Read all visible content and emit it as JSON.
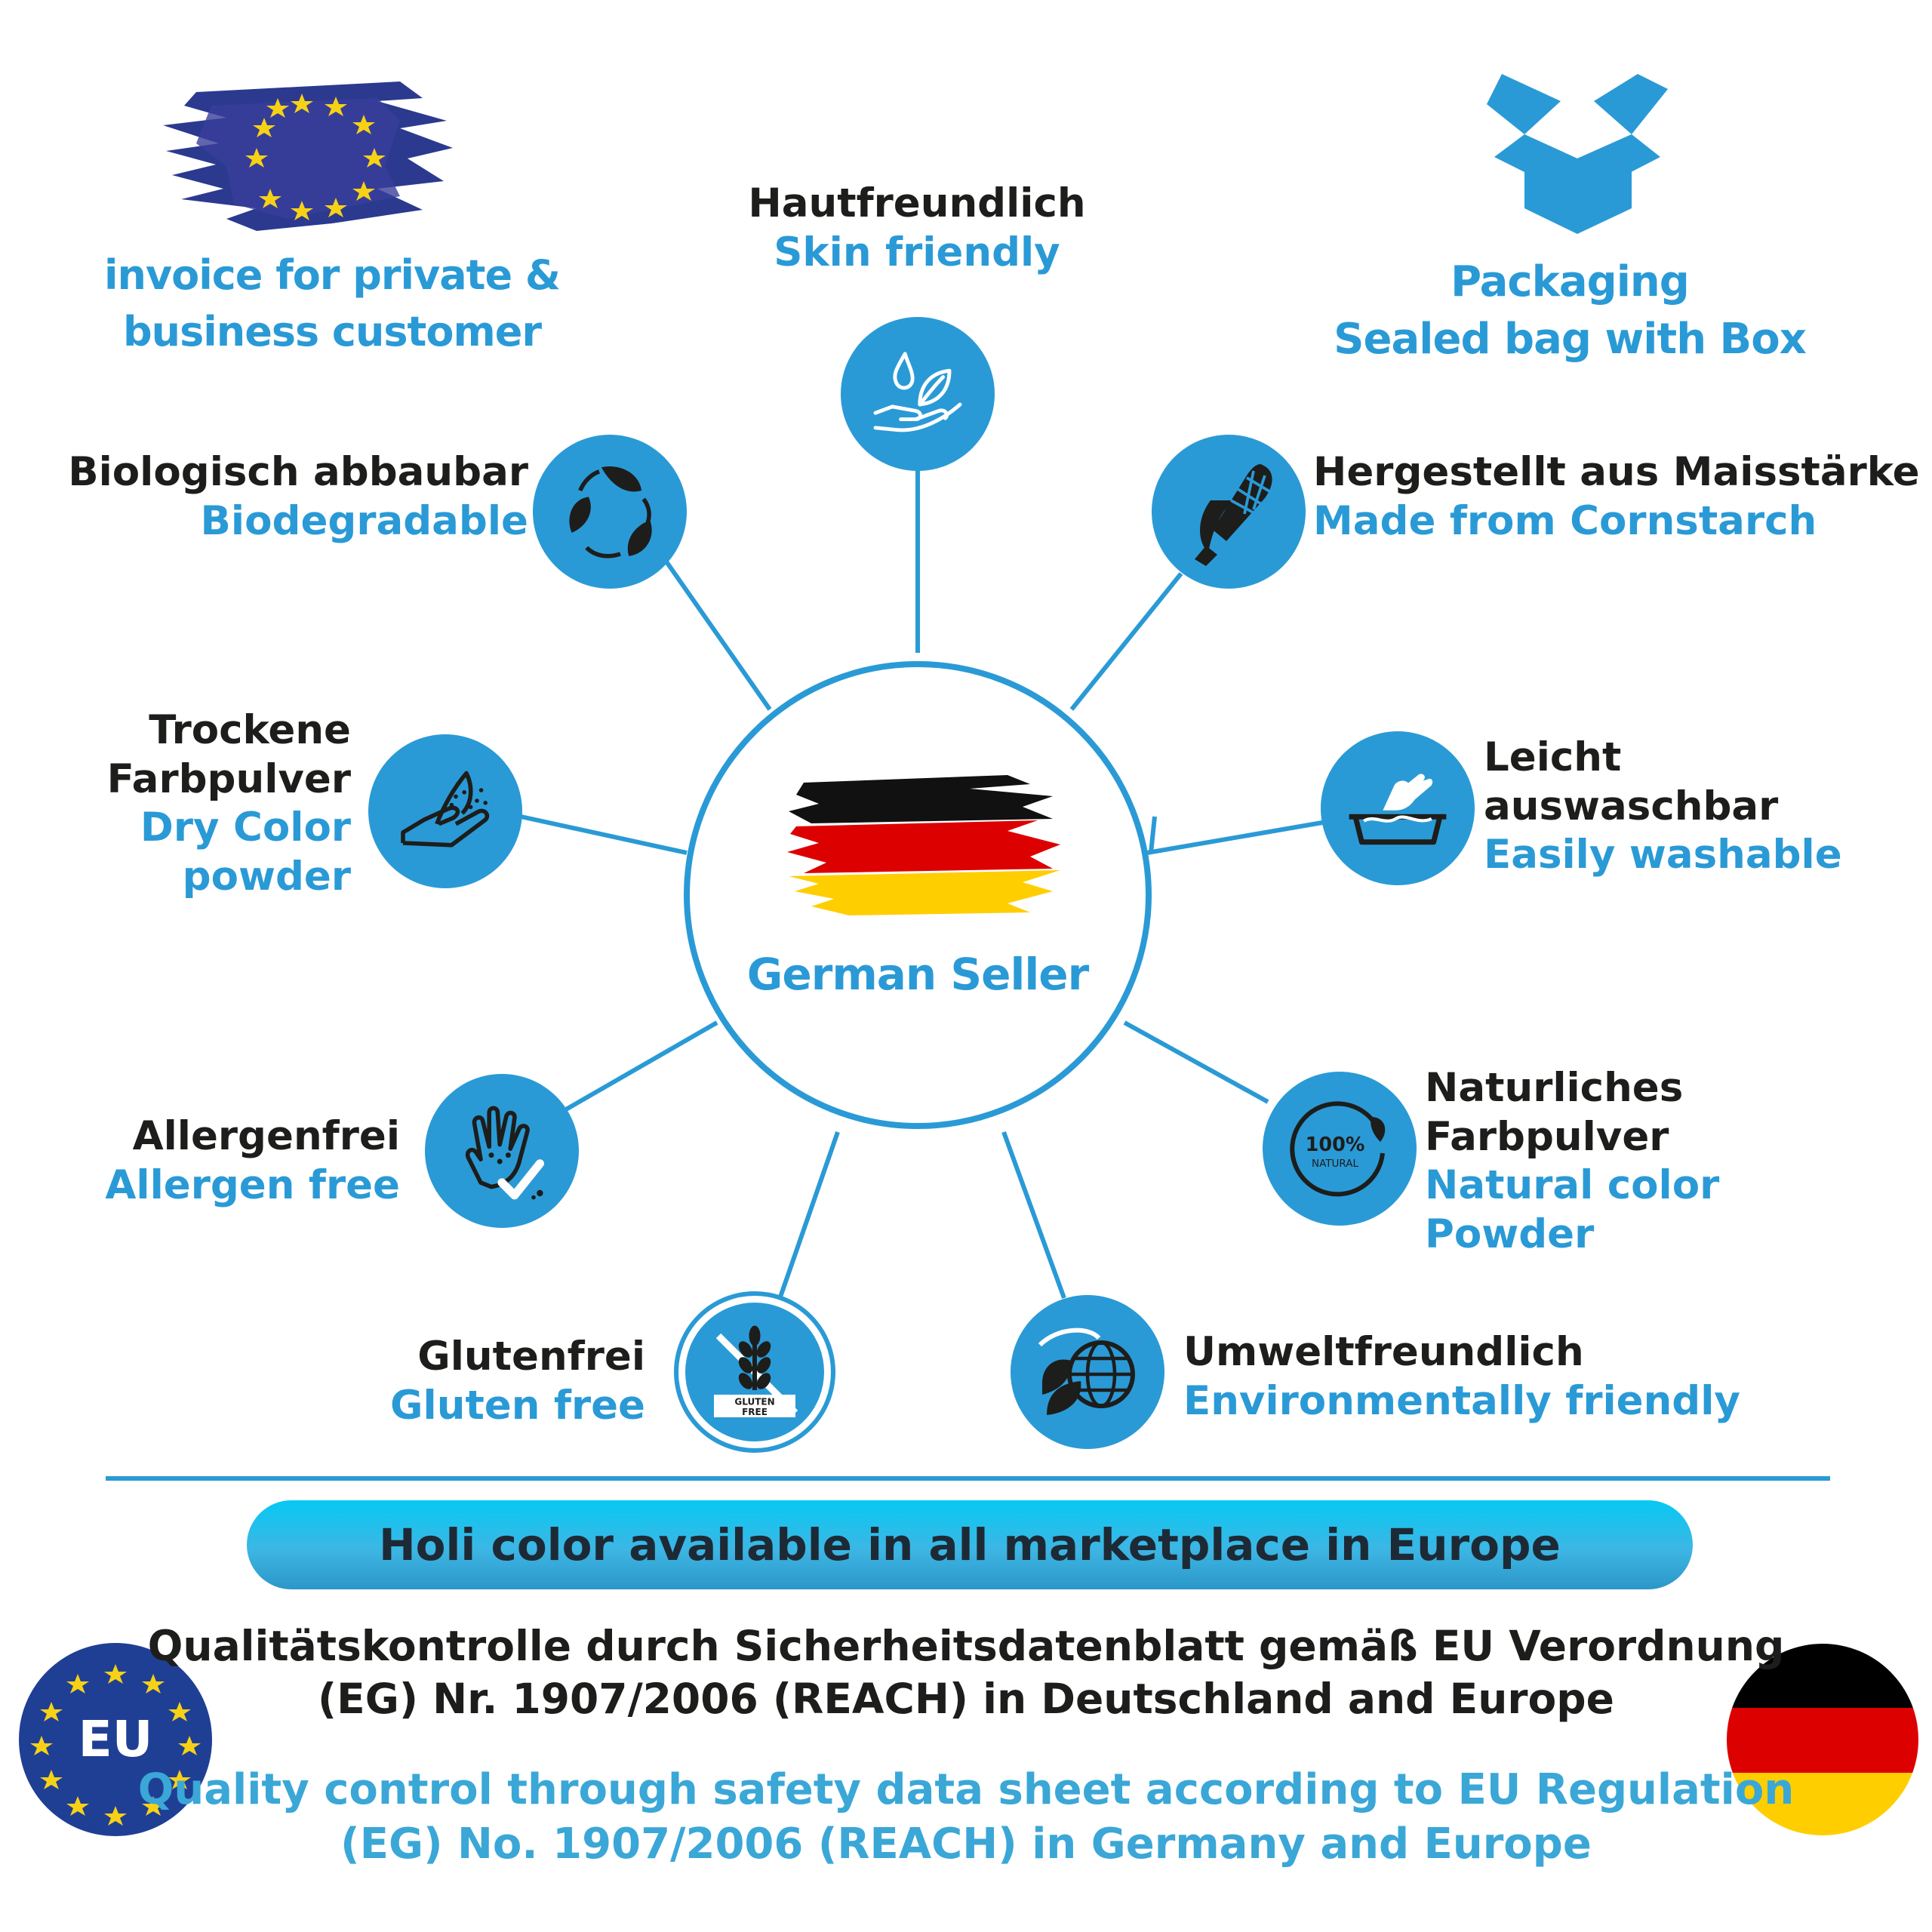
{
  "colors": {
    "accent_blue": "#2a9ad6",
    "icon_circle": "#2a9ad6",
    "dark_text": "#1d1d1b",
    "banner_gradient_top": "#06c9f3",
    "banner_gradient_bottom": "#2c97c8",
    "eu_blue": "#1f3f95",
    "eu_star": "#f7d116",
    "de_black": "#000000",
    "de_red": "#dd0000",
    "de_gold": "#ffce00"
  },
  "top_left": {
    "line1": "invoice for private &",
    "line2": "business customer",
    "icon": "eu-flag-brush-icon"
  },
  "top_right": {
    "line1": "Packaging",
    "line2": "Sealed bag with Box",
    "icon": "open-box-icon"
  },
  "center": {
    "label": "German Seller",
    "icon": "german-flag-brush-icon"
  },
  "features": {
    "skin": {
      "de": "Hautfreundlich",
      "en": "Skin friendly",
      "icon": "hand-drop-leaf-icon"
    },
    "bio": {
      "de": "Biologisch abbaubar",
      "en": "Biodegradable",
      "icon": "recycle-leaves-icon"
    },
    "corn": {
      "de": "Hergestellt aus Maisstärke",
      "en": "Made from Cornstarch",
      "icon": "corn-icon"
    },
    "dry": {
      "de1": "Trockene",
      "de2": "Farbpulver",
      "en1": "Dry Color",
      "en2": "powder",
      "icon": "hand-powder-icon"
    },
    "wash": {
      "de1": "Leicht",
      "de2": "auswaschbar",
      "en": "Easily washable",
      "icon": "hand-washing-basin-icon"
    },
    "allergen": {
      "de": "Allergenfrei",
      "en": "Allergen free",
      "icon": "hand-checkmark-icon"
    },
    "natural": {
      "de1": "Naturliches",
      "de2": "Farbpulver",
      "en1": "Natural color",
      "en2": "Powder",
      "icon": "natural-100-icon",
      "badge_line1": "100%",
      "badge_line2": "NATURAL"
    },
    "gluten": {
      "de": "Glutenfrei",
      "en": "Gluten free",
      "icon": "gluten-free-icon",
      "badge_line1": "GLUTEN",
      "badge_line2": "FREE"
    },
    "eco": {
      "de": "Umweltfreundlich",
      "en": "Environmentally friendly",
      "icon": "globe-leaf-icon"
    }
  },
  "banner": {
    "text": "Holi color available in all marketplace in Europe"
  },
  "footer": {
    "de_line1": "Qualitätskontrolle durch Sicherheitsdatenblatt gemäß EU Verordnung",
    "de_line2": "(EG) Nr. 1907/2006 (REACH) in Deutschland and Europe",
    "en_line1": "Quality control through safety data sheet according to EU Regulation",
    "en_line2": "(EG) No. 1907/2006 (REACH) in Germany and Europe",
    "eu_badge_text": "EU",
    "left_icon": "eu-circle-icon",
    "right_icon": "germany-circle-flag-icon"
  }
}
